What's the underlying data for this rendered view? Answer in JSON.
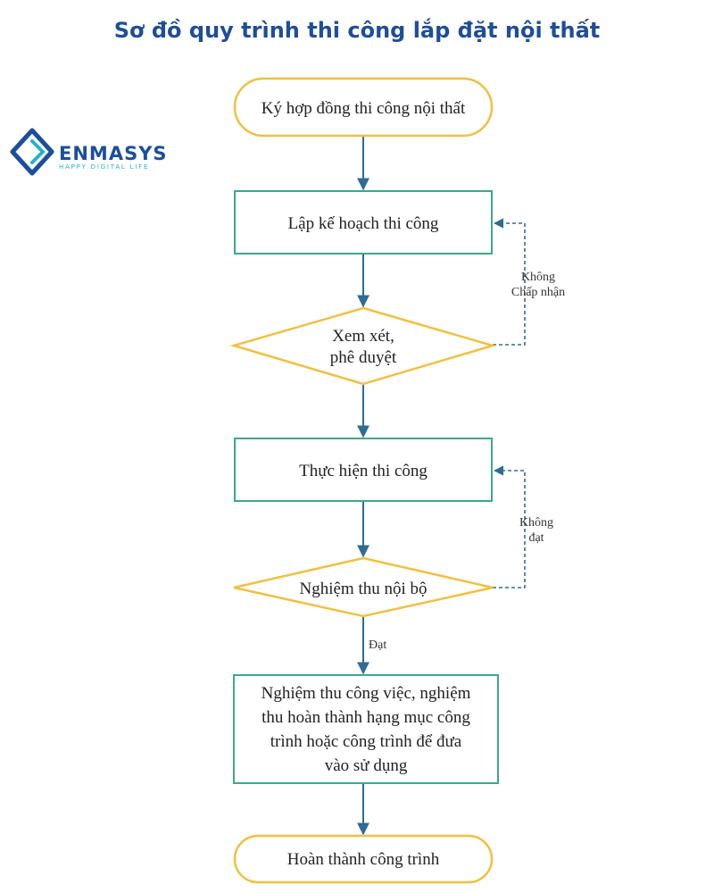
{
  "title": "Sơ đồ quy trình thi công lắp đặt nội thất",
  "brand": {
    "name": "ENMASYS",
    "tagline": "HAPPY DIGITAL LIFE"
  },
  "colors": {
    "title": "#1f4e96",
    "terminal_border": "#f0c040",
    "process_border": "#3aa88e",
    "decision_border": "#f0c040",
    "arrow": "#2f6b93"
  },
  "steps": {
    "start": "Ký hợp đồng thi công nội thất",
    "plan": "Lập kế hoạch thi công",
    "review_line1": "Xem xét,",
    "review_line2": "phê duyệt",
    "execute": "Thực hiện thi công",
    "inspect": "Nghiệm thu nội bộ",
    "accept_line1": "Nghiệm thu công việc, nghiệm",
    "accept_line2": "thu hoàn thành hạng mục công",
    "accept_line3": "trình hoặc công trình để đưa",
    "accept_line4": "vào sử dụng",
    "end": "Hoàn thành công trình"
  },
  "edges": {
    "reject_review_line1": "Không",
    "reject_review_line2": "Chấp nhận",
    "reject_inspect_line1": "Không",
    "reject_inspect_line2": "đạt",
    "pass_inspect": "Đạt"
  }
}
